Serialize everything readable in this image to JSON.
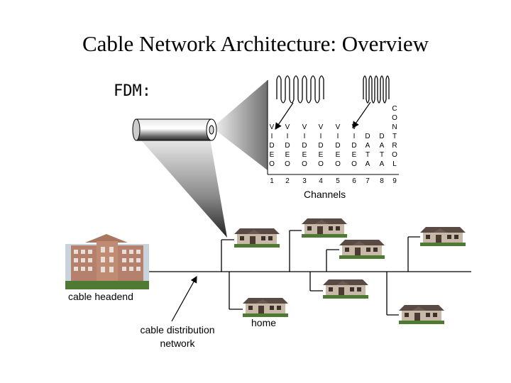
{
  "title": "Cable Network Architecture: Overview",
  "fdm_label": "FDM:",
  "channels": [
    {
      "number": "1",
      "label": "VIDEO"
    },
    {
      "number": "2",
      "label": "VIDEO"
    },
    {
      "number": "3",
      "label": "VIDEO"
    },
    {
      "number": "4",
      "label": "VIDEO"
    },
    {
      "number": "5",
      "label": "VIDEO"
    },
    {
      "number": "6",
      "label": "VIDEO"
    },
    {
      "number": "7",
      "label": "DATA"
    },
    {
      "number": "8",
      "label": "DATA"
    },
    {
      "number": "9",
      "label": "CONTROL"
    }
  ],
  "channels_axis_label": "Channels",
  "labels": {
    "headend": "cable headend",
    "distribution": "cable distribution network",
    "home": "home"
  },
  "colors": {
    "text": "#000000",
    "line": "#000000",
    "building": "#b5806c",
    "roof": "#5a4a44",
    "grass": "#4f7a33"
  }
}
